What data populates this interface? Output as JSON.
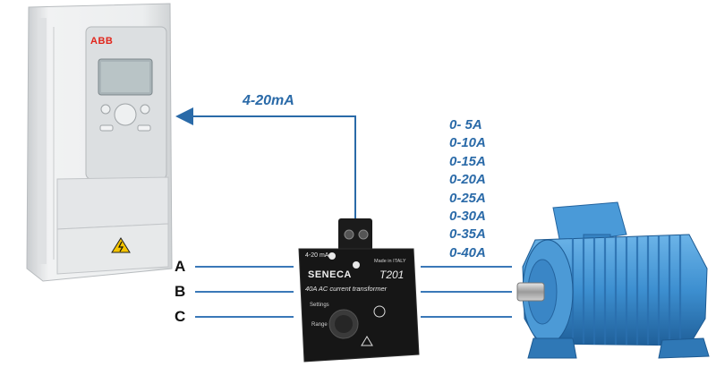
{
  "drive": {
    "brand": "ABB"
  },
  "signal": {
    "label": "4-20mA"
  },
  "phases": [
    "A",
    "B",
    "C"
  ],
  "ranges": [
    "0- 5A",
    "0-10A",
    "0-15A",
    "0-20A",
    "0-25A",
    "0-30A",
    "0-35A",
    "0-40A"
  ],
  "transformer": {
    "output_label": "4-20 mA",
    "brand": "SENECA",
    "model": "T201",
    "rating": "40A  AC current transformer",
    "made_in": "Made in ITALY",
    "settings_label": "Settings",
    "range_label": "Range"
  },
  "colors": {
    "signal_line": "#2a6aa8",
    "phase_line": "#3a78b8",
    "motor_blue": "#3d8fd0",
    "drive_body": "#e9ebec"
  }
}
